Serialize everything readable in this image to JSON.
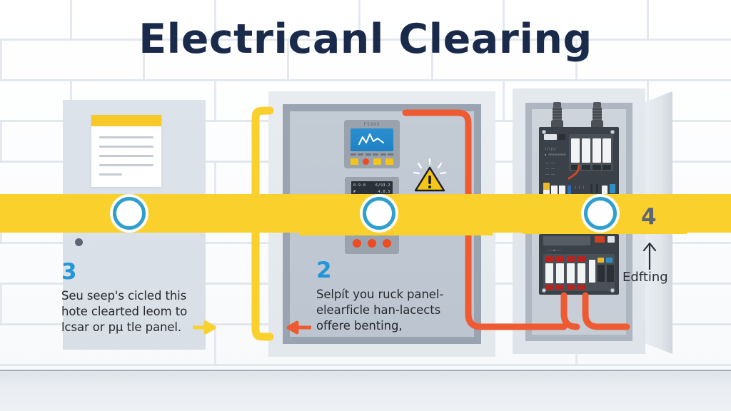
{
  "title": "Electricanl Clearing",
  "colors": {
    "title": "#1a2a4a",
    "band_yellow": "#fad02c",
    "accent_blue": "#2196d8",
    "ring_blue": "#2f9fd0",
    "cable_orange": "#ee5b32",
    "cable_yellow": "#fad02c",
    "warning_yellow": "#f5c518",
    "panel_gray": "#c3cbd5",
    "wall_white": "#ffffff",
    "floor_gray": "#e9edf1"
  },
  "steps": [
    {
      "id": "step-3",
      "number": "3",
      "text": "Seu seep's cicled this hote clearted leom to lcsar or pµ tle panel.",
      "lines": [
        "Seu seep's cicled this",
        "hote clearted leom to",
        "lcsar or pµ tle panel."
      ],
      "arrow": "arrow-right-icon"
    },
    {
      "id": "step-2",
      "number": "2",
      "text": "Selpít you ruck panel-elearficle han-lacects offere benting,",
      "lines": [
        "Selpít you ruck panel-",
        "elearficle han-lacects",
        "offere benting,"
      ],
      "arrow": "arrow-left-icon"
    },
    {
      "id": "step-4",
      "number": "4",
      "text": "Edfting",
      "lines": [
        "Edfting"
      ],
      "arrow": "arrow-up-icon"
    }
  ],
  "left_panel": {
    "name": "document-board",
    "document": {
      "header_color": "#f7c928",
      "line_count": 5
    }
  },
  "center_panel": {
    "name": "control-enclosure",
    "controller": {
      "brand_text": "FIGUS",
      "display_type": "waveform-lcd",
      "button_count": 4,
      "indicator_count": 6
    },
    "meter": {
      "readout_left": "0-9-0",
      "readout_right": "6/93-2",
      "sub_left": "#",
      "sub_right": "4.0.5",
      "indicator_lights": 3
    },
    "warning": {
      "icon": "warning-triangle-icon",
      "symbol": "!"
    }
  },
  "right_panel": {
    "name": "breaker-enclosure",
    "door_state": "open",
    "conduit_count": 2,
    "upper_board": {
      "breaker_count": 4,
      "label_strip": true
    },
    "lower_board": {
      "breaker_count": 4,
      "outlet_count": 2
    },
    "cable_exits": 2
  },
  "band": {
    "name": "caution-tape-band",
    "marker_count": 3,
    "marker_icon": "ring-marker-icon"
  }
}
